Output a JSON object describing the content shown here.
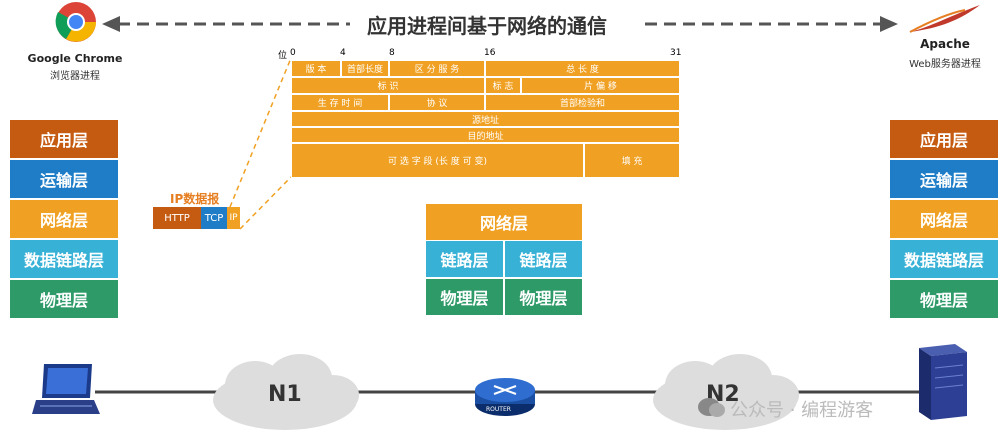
{
  "title": "应用进程间基于网络的通信",
  "left_endpoint": {
    "name": "Google Chrome",
    "sub": "浏览器进程"
  },
  "right_endpoint": {
    "name": "Apache",
    "sub": "Web服务器进程"
  },
  "left_stack": [
    "应用层",
    "运输层",
    "网络层",
    "数据链路层",
    "物理层"
  ],
  "right_stack": [
    "应用层",
    "运输层",
    "网络层",
    "数据链路层",
    "物理层"
  ],
  "router_stack": {
    "network": "网络层",
    "links": [
      "链路层",
      "链路层"
    ],
    "physicals": [
      "物理层",
      "物理层"
    ]
  },
  "packet": {
    "label": "IP数据报",
    "parts": [
      "HTTP",
      "TCP",
      "IP"
    ]
  },
  "ip_header": {
    "bit_label": "位",
    "bits": [
      "0",
      "4",
      "8",
      "16",
      "31"
    ],
    "row1": [
      "版 本",
      "首部长度",
      "区 分 服 务",
      "总 长 度"
    ],
    "row2": [
      "标 识",
      "标 志",
      "片 偏 移"
    ],
    "row3": [
      "生 存 时 间",
      "协 议",
      "首部检验和"
    ],
    "row4": "源地址",
    "row5": "目的地址",
    "row6": [
      "可 选 字 段 (长 度 可 变)",
      "填 充"
    ]
  },
  "network": {
    "cloud1": "N1",
    "cloud2": "N2",
    "router": "ROUTER"
  },
  "watermark": "公众号 · 编程游客"
}
